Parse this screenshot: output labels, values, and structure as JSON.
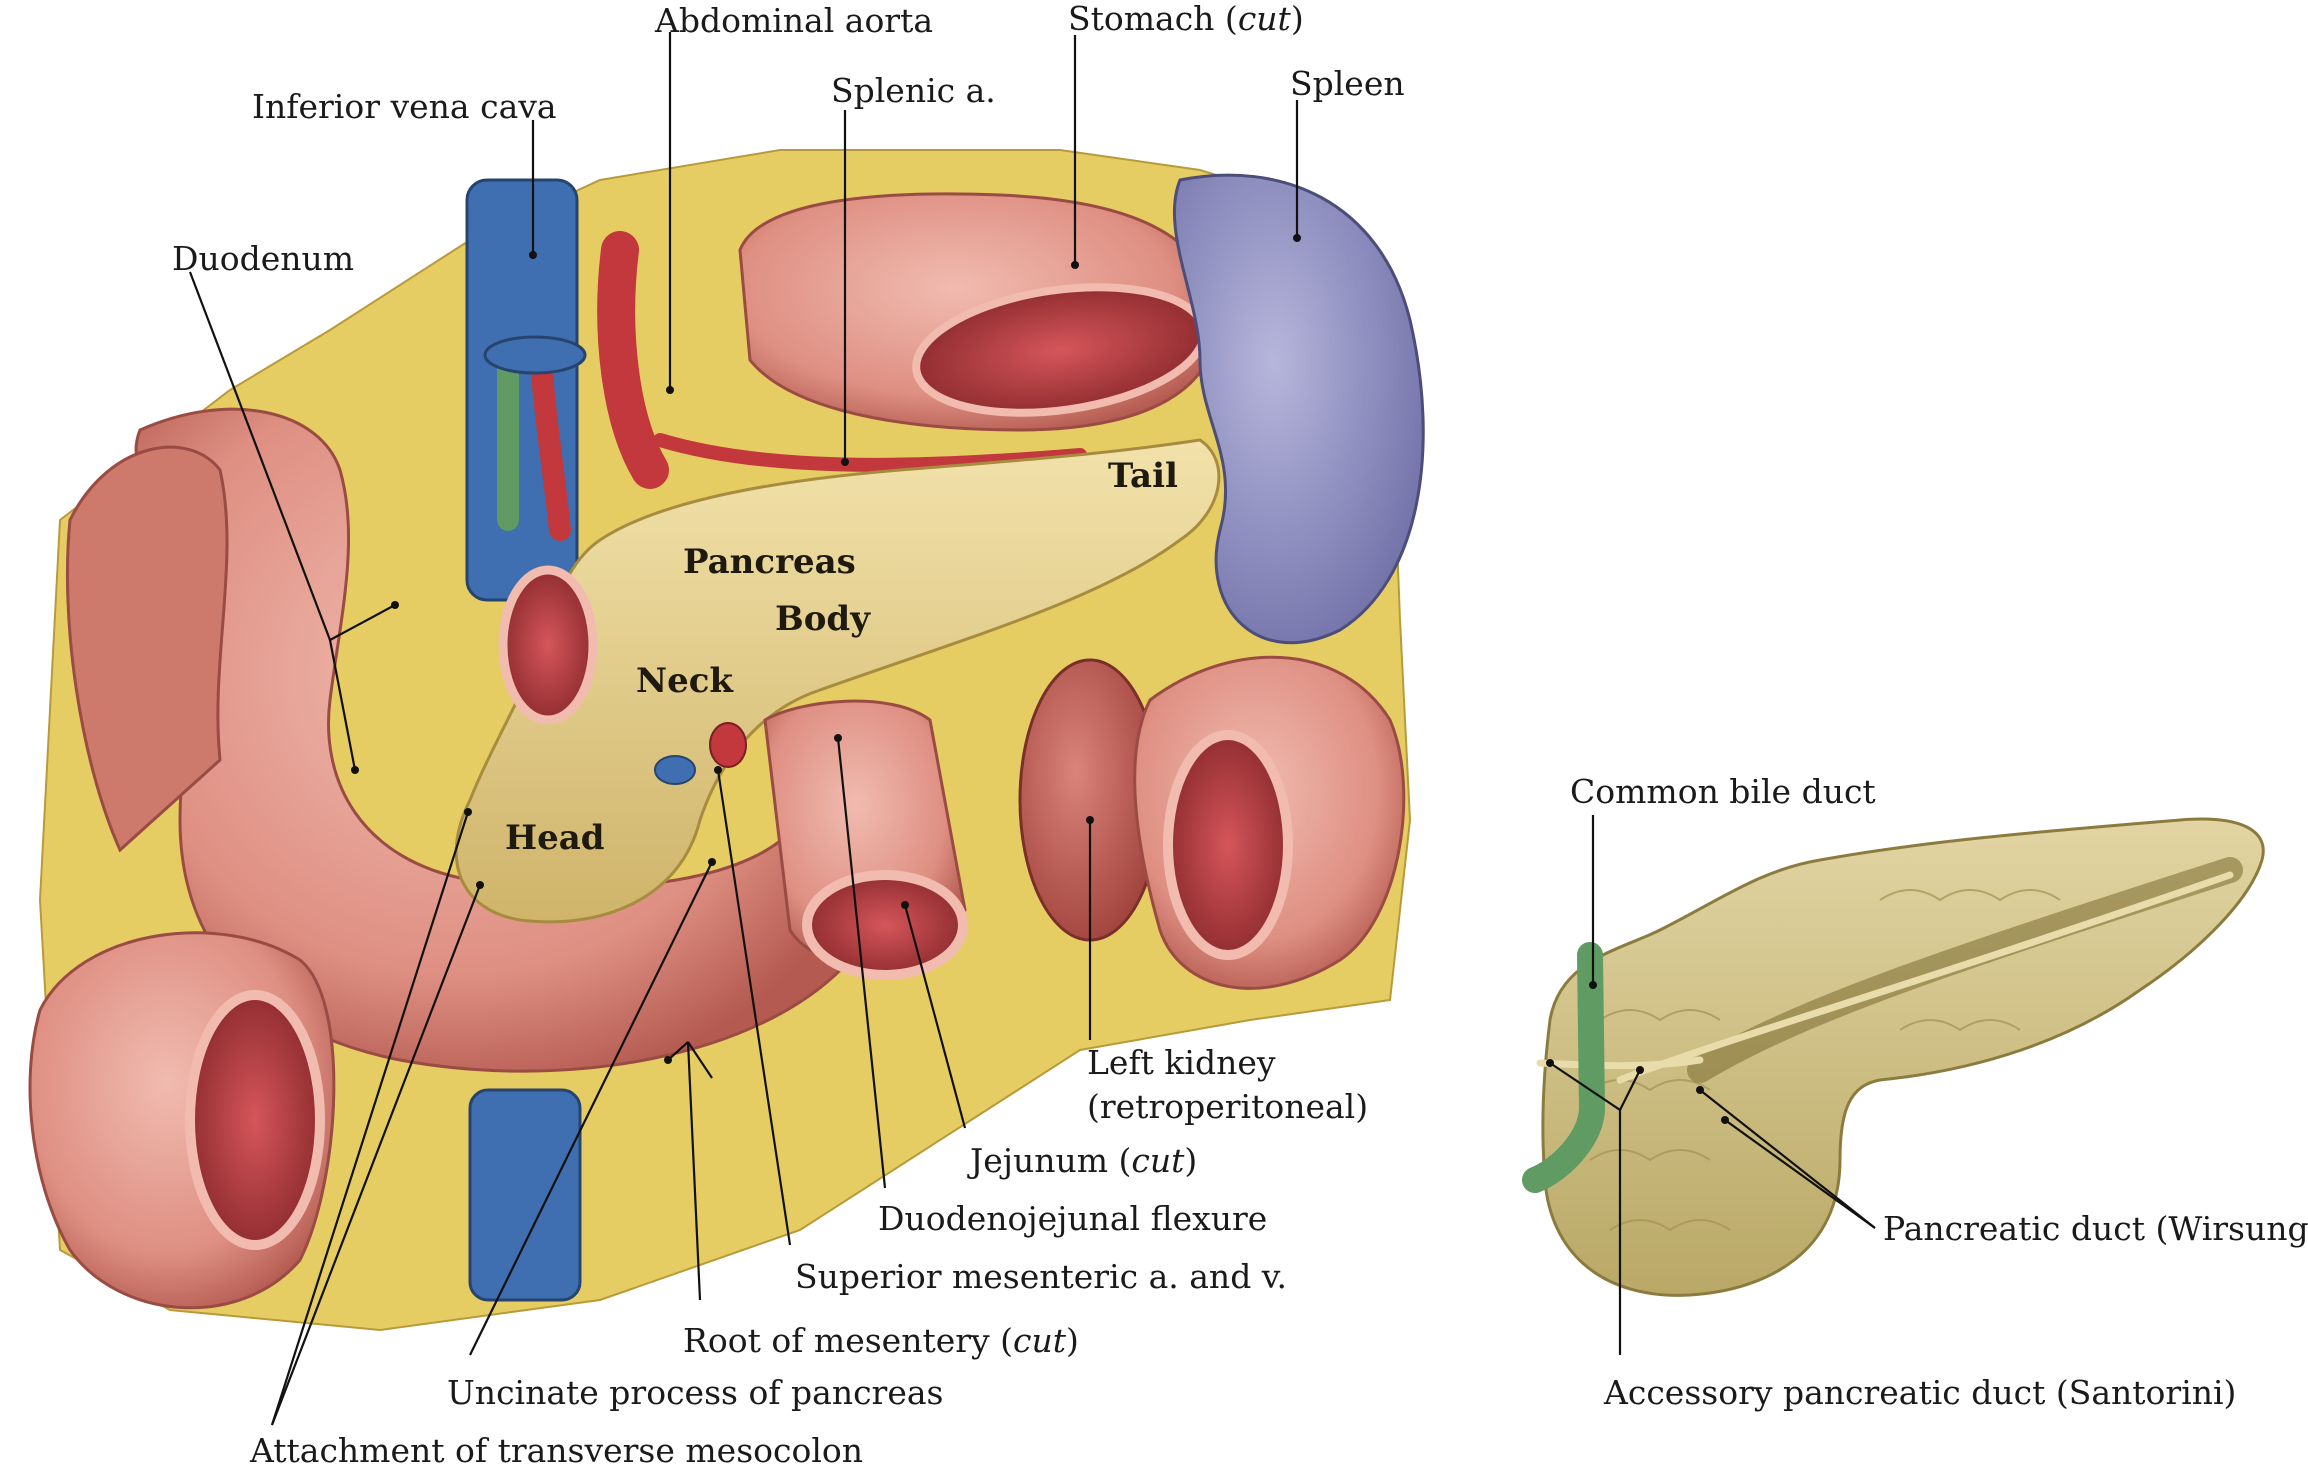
{
  "main_illustration": {
    "labels": {
      "abdominal_aorta": "Abdominal aorta",
      "stomach": "Stomach",
      "stomach_note": "cut",
      "spleen": "Spleen",
      "splenic_artery": "Splenic a.",
      "inferior_vena_cava": "Inferior vena cava",
      "duodenum": "Duodenum",
      "tail": "Tail",
      "pancreas": "Pancreas",
      "body": "Body",
      "neck": "Neck",
      "head": "Head",
      "left_kidney_line1": "Left kidney",
      "left_kidney_line2": "(retroperitoneal)",
      "jejunum": "Jejunum",
      "jejunum_note": "cut",
      "duodenojejunal_flexure": "Duodenojejunal flexure",
      "superior_mesenteric": "Superior mesenteric a. and v.",
      "root_of_mesentery": "Root of mesentery",
      "root_of_mesentery_note": "cut",
      "uncinate_process": "Uncinate process of pancreas",
      "transverse_mesocolon": "Attachment of transverse mesocolon"
    }
  },
  "inset_illustration": {
    "labels": {
      "common_bile_duct": "Common bile duct",
      "pancreatic_duct": "Pancreatic duct (Wirsung)",
      "accessory_pancreatic_duct": "Accessory pancreatic duct (Santorini)"
    }
  },
  "colors": {
    "pancreas": "#e9d79a",
    "pancreas_shadow": "#c9ae62",
    "intestine": "#e39a8e",
    "intestine_dark": "#b9544a",
    "spleen": "#8f8fc4",
    "ivc": "#3f6fb0",
    "artery": "#c2383d",
    "bile_duct": "#5f9b62",
    "fat": "#e7cf5a",
    "inset_pancreas": "#d7c78e"
  }
}
